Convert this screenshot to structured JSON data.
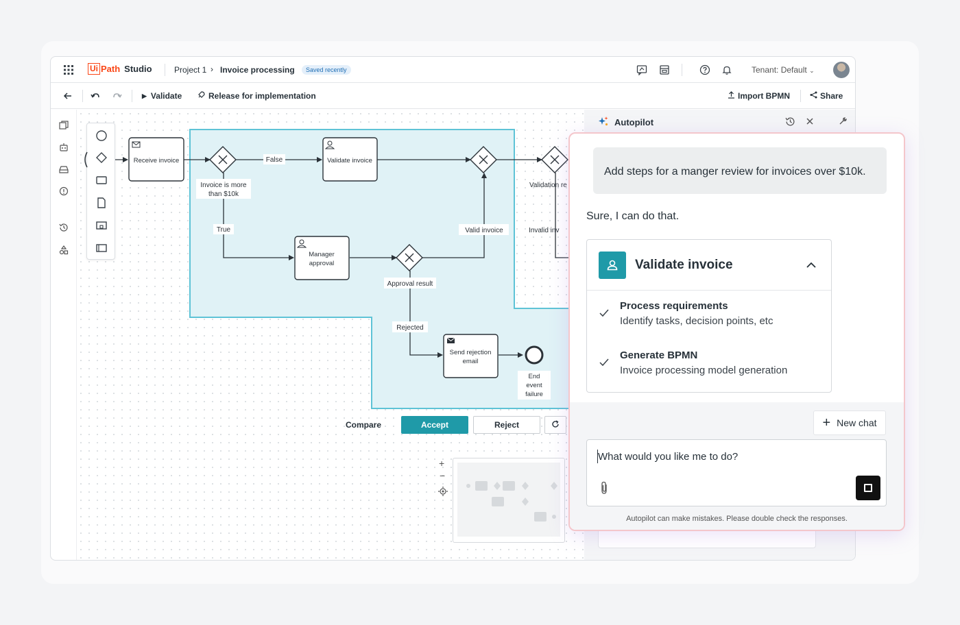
{
  "app": {
    "brand_logo": "UiPath",
    "product": "Studio",
    "breadcrumb": [
      "Project 1",
      "Invoice processing"
    ],
    "save_status": "Saved recently",
    "tenant": "Tenant: Default"
  },
  "toolbar": {
    "validate": "Validate",
    "release": "Release for implementation",
    "import": "Import BPMN",
    "share": "Share"
  },
  "diagram": {
    "nodes": {
      "receive": "Receive invoice",
      "validate": "Validate invoice",
      "manager": [
        "Manager",
        "approval"
      ],
      "rejection": [
        "Send rejection",
        "email"
      ],
      "end": [
        "End",
        "event",
        "failure"
      ]
    },
    "labels": {
      "gw1": [
        "Invoice is more",
        "than $10k"
      ],
      "false": "False",
      "true": "True",
      "valid": "Valid invoice",
      "approval_result": "Approval result",
      "rejected": "Rejected",
      "validation_partial": "Validation re",
      "invalid_partial": "Invalid inv"
    }
  },
  "review": {
    "compare": "Compare",
    "accept": "Accept",
    "reject": "Reject"
  },
  "autopilot": {
    "title": "Autopilot",
    "user_message": "Add steps for a manger review for invoices over $10k.",
    "reply": "Sure, I can do that.",
    "card_title": "Validate invoice",
    "steps": [
      {
        "title": "Process requirements",
        "desc": "Identify tasks, decision points, etc"
      },
      {
        "title": "Generate BPMN",
        "desc": "Invoice processing model generation"
      }
    ],
    "new_chat": "New chat",
    "input_placeholder": "What would you like me to do?",
    "disclaimer": "Autopilot can make mistakes. Please double check the responses."
  },
  "colors": {
    "brand": "#fa4616",
    "accent": "#1f9aa8",
    "selection_fill": "#e0f2f6",
    "selection_stroke": "#5ec3d6",
    "overlay_border": "#f4c6cb"
  }
}
